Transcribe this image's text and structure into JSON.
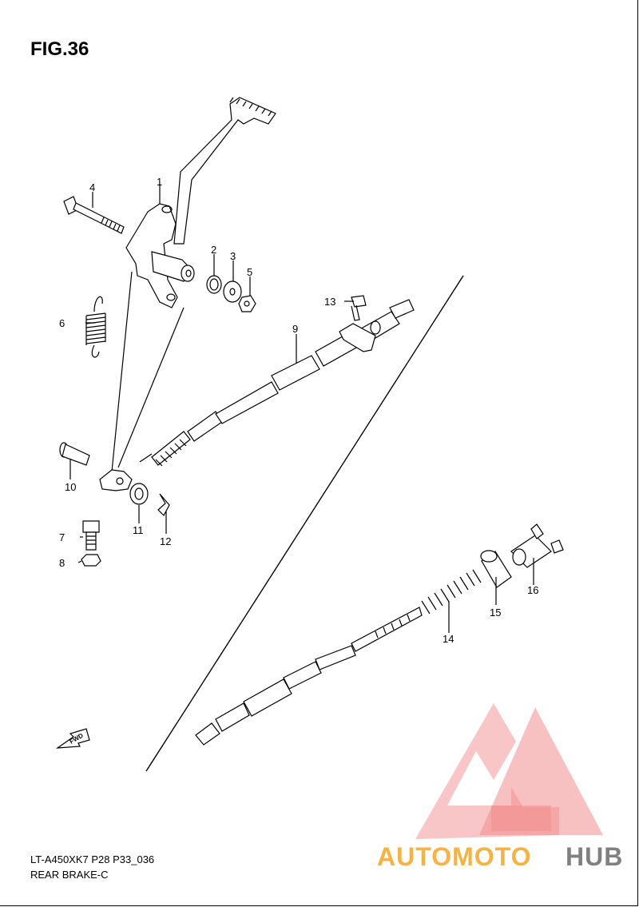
{
  "figure": {
    "title": "FIG.36"
  },
  "callouts": [
    {
      "id": "c1",
      "label": "1"
    },
    {
      "id": "c2",
      "label": "2"
    },
    {
      "id": "c3",
      "label": "3"
    },
    {
      "id": "c4",
      "label": "4"
    },
    {
      "id": "c5",
      "label": "5"
    },
    {
      "id": "c6",
      "label": "6"
    },
    {
      "id": "c7",
      "label": "7"
    },
    {
      "id": "c8",
      "label": "8"
    },
    {
      "id": "c9",
      "label": "9"
    },
    {
      "id": "c10",
      "label": "10"
    },
    {
      "id": "c11",
      "label": "11"
    },
    {
      "id": "c12",
      "label": "12"
    },
    {
      "id": "c13",
      "label": "13"
    },
    {
      "id": "c14",
      "label": "14"
    },
    {
      "id": "c15",
      "label": "15"
    },
    {
      "id": "c16",
      "label": "16"
    }
  ],
  "fwd_arrow": {
    "label": "FWD"
  },
  "footer": {
    "model_code": "LT-A450XK7 P28 P33_036",
    "section_name": "REAR BRAKE-C"
  },
  "watermark": {
    "text_part1": "AUTOMOTO",
    "text_part2": "HUB",
    "color_red": "#f07a7a",
    "color_orange": "#f5a623",
    "color_gray": "#6b6b6b"
  }
}
